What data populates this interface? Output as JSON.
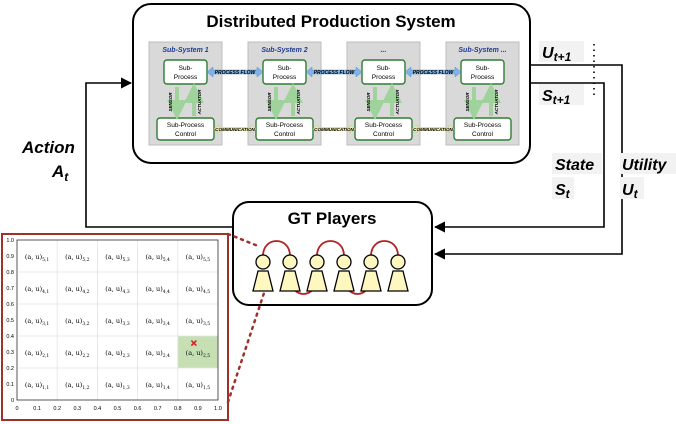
{
  "dps": {
    "title": "Distributed Production System",
    "subsystems": [
      {
        "title": "Sub-System 1"
      },
      {
        "title": "Sub-System 2"
      },
      {
        "title": "..."
      },
      {
        "title": "Sub-System ..."
      }
    ],
    "process_label_1": "Sub-",
    "process_label_2": "Process",
    "control_label_1": "Sub-Process",
    "control_label_2": "Control",
    "sensor": "SENSOR",
    "actuator": "ACTUATOR",
    "process_flow": "PROCESS FLOW",
    "communication": "COMMUNICATION"
  },
  "gt": {
    "title": "GT Players",
    "player_count": 6
  },
  "signals": {
    "action": "Action",
    "action_sym": "A",
    "action_sub": "t",
    "u_next_sym": "U",
    "u_next_sub": "t+1",
    "s_next_sym": "S",
    "s_next_sub": "t+1",
    "state": "State",
    "state_sym": "S",
    "state_sub": "t",
    "utility": "Utility",
    "utility_sym": "U",
    "utility_sub": "t"
  },
  "grid": {
    "x_ticks": [
      "0",
      "0.1",
      "0.2",
      "0.3",
      "0.4",
      "0.5",
      "0.6",
      "0.7",
      "0.8",
      "0.9",
      "1.0"
    ],
    "y_ticks": [
      "0",
      "0.1",
      "0.2",
      "0.3",
      "0.4",
      "0.5",
      "0.6",
      "0.7",
      "0.8",
      "0.9",
      "1.0"
    ],
    "cell_prefix": "(a, u)",
    "rows": 5,
    "cols": 5,
    "highlight": {
      "row": 2,
      "col": 5,
      "color": "#c6e0b4"
    },
    "marker_color": "#e02020",
    "frame_color": "#a0302a"
  },
  "colors": {
    "green_box": "#2e7d32",
    "flow_arrow": "#7fb2e6",
    "comm_arrow": "#f2eeb0",
    "player_fill": "#fff7c0",
    "player_link": "#b22222"
  }
}
